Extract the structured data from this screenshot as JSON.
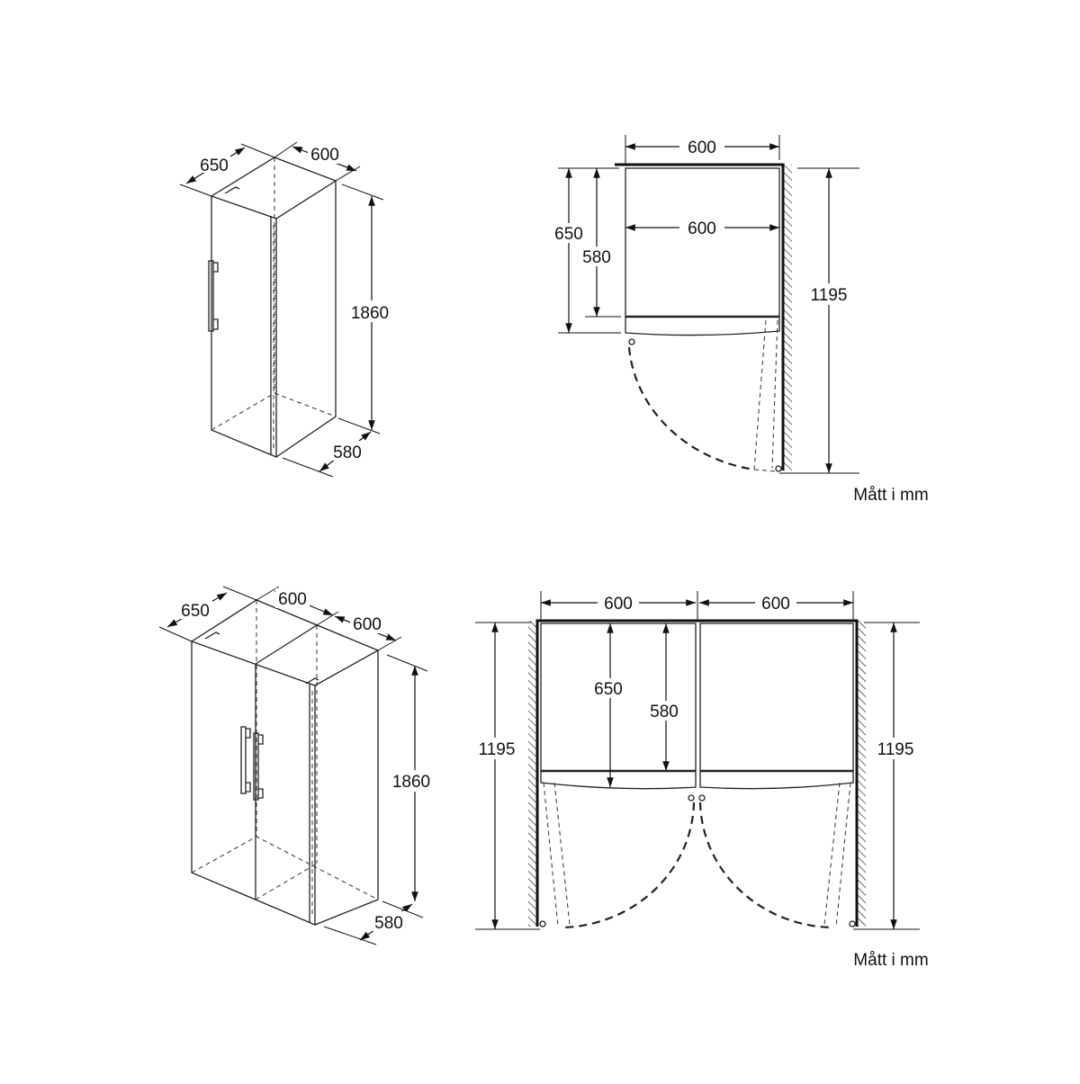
{
  "single_unit": {
    "iso": {
      "depth": "650",
      "width": "600",
      "height": "1860",
      "depth_body": "580"
    },
    "plan": {
      "width_top": "600",
      "width_inner": "600",
      "depth_total": "650",
      "depth_body": "580",
      "door_clearance": "1195"
    },
    "units_note": "Mått i mm"
  },
  "double_unit": {
    "iso": {
      "depth": "650",
      "width_left": "600",
      "width_right": "600",
      "height": "1860",
      "depth_body": "580"
    },
    "plan": {
      "width_left": "600",
      "width_right": "600",
      "depth_total": "650",
      "depth_body": "580",
      "door_clearance_left": "1195",
      "door_clearance_right": "1195"
    },
    "units_note": "Mått i mm"
  },
  "colors": {
    "line": "#111111",
    "background": "#ffffff"
  }
}
